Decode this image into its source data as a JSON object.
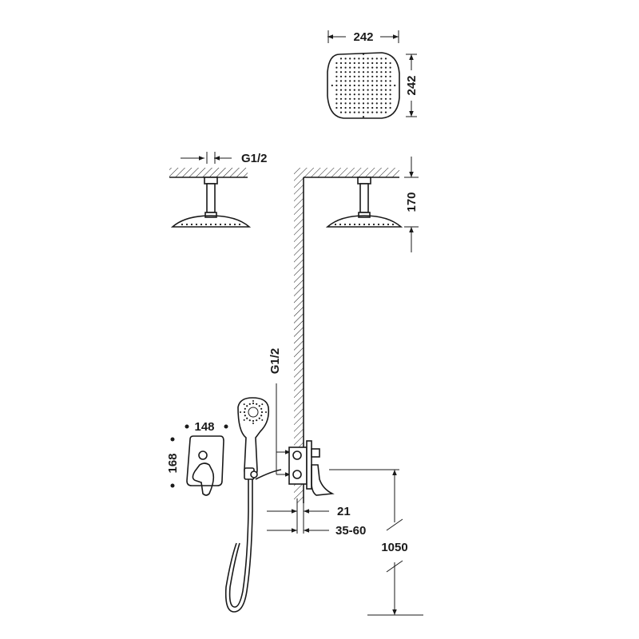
{
  "dimensions": {
    "head_width": "242",
    "head_depth": "242",
    "ceiling_thread": "G1/2",
    "arm_drop": "170",
    "handshower_thread": "G1/2",
    "plate_width": "148",
    "plate_height": "168",
    "wall_offset": "21",
    "embed_depth": "35-60",
    "mixer_height": "1050"
  },
  "colors": {
    "line": "#1a1a1a",
    "background": "#ffffff"
  },
  "icons": [
    "shower-head-top-view",
    "ceiling-shower-head",
    "hand-shower",
    "mixer-plate",
    "hatch-wall"
  ]
}
